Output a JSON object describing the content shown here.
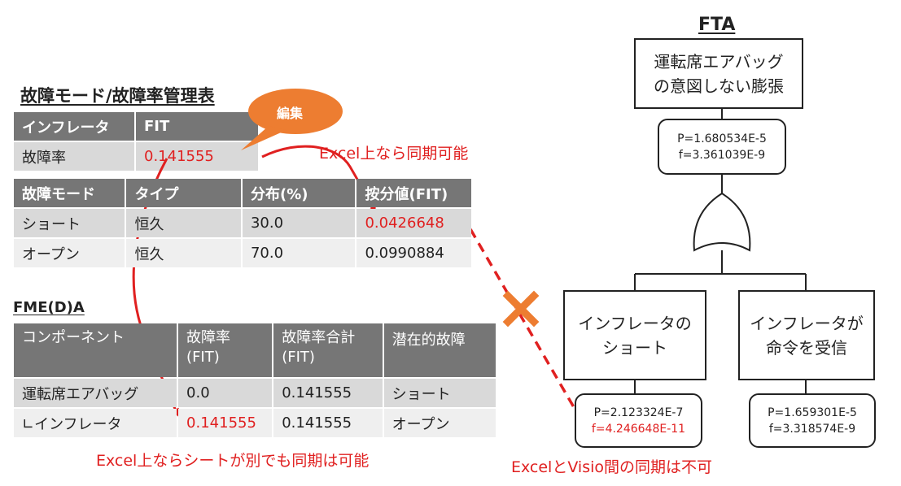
{
  "fit_table": {
    "title": "故障モード/故障率管理表",
    "header": [
      "インフレータ",
      "FIT"
    ],
    "rate_label": "故障率",
    "rate_value": "0.141555"
  },
  "bubble": {
    "text": "編集"
  },
  "mode_table": {
    "headers": [
      "故障モード",
      "タイプ",
      "分布(%)",
      "按分値(FIT)"
    ],
    "rows": [
      [
        "ショート",
        "恒久",
        "30.0",
        "0.0426648"
      ],
      [
        "オープン",
        "恒久",
        "70.0",
        "0.0990884"
      ]
    ]
  },
  "fmea": {
    "title": "FME(D)A",
    "headers": [
      "コンポーネント",
      "故障率\n(FIT)",
      "故障率合計\n(FIT)",
      "潜在的故障"
    ],
    "rows": [
      [
        "運転席エアバッグ",
        "0.0",
        "0.141555",
        "ショート"
      ],
      [
        "∟インフレータ",
        "0.141555",
        "0.141555",
        "オープン"
      ]
    ]
  },
  "notes": {
    "excel_sync": "Excel上なら同期可能",
    "excel_sheet_sync": "Excel上ならシートが別でも同期は可能",
    "excel_visio": "ExcelとVisio間の同期は不可"
  },
  "fta": {
    "title": "FTA",
    "top_event": "運転席エアバッグ\nの意図しない膨張",
    "top_values": [
      "P=1.680534E-5",
      "f=3.361039E-9"
    ],
    "left_event": "インフレータの\nショート",
    "left_values": [
      "P=2.123324E-7",
      "f=4.246648E-11"
    ],
    "right_event": "インフレータが\n命令を受信",
    "right_values": [
      "P=1.659301E-5",
      "f=3.318574E-9"
    ]
  },
  "colors": {
    "accent_red": "#e02020",
    "bubble_orange": "#ed7d31",
    "header_gray": "#767676"
  }
}
